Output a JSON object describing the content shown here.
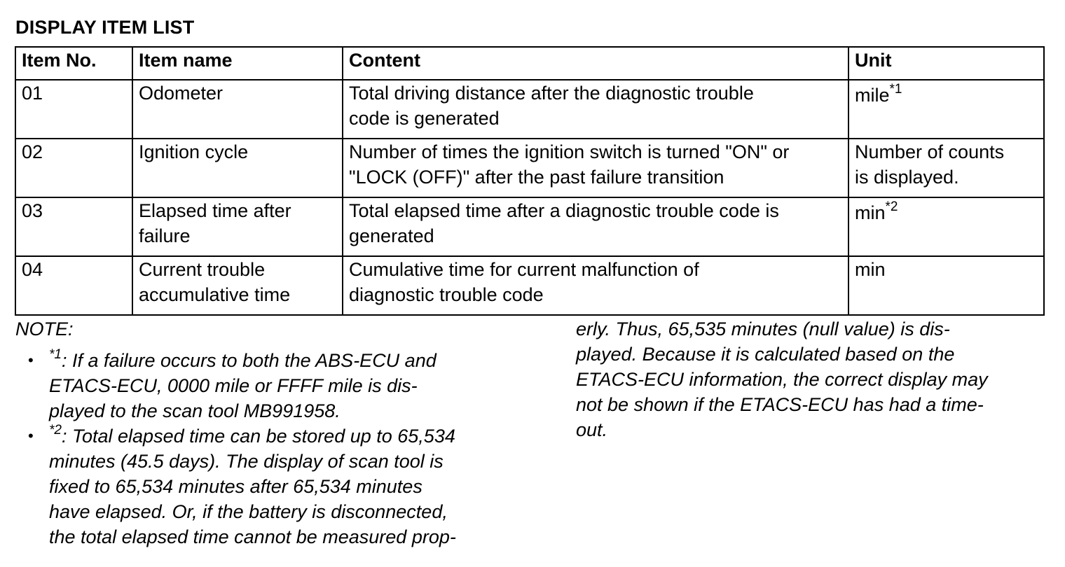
{
  "title": "DISPLAY ITEM LIST",
  "table": {
    "headers": [
      "Item No.",
      "Item name",
      "Content",
      "Unit"
    ],
    "rows": [
      {
        "no": "01",
        "name": [
          "Odometer"
        ],
        "content": [
          "Total driving distance after the diagnostic trouble",
          "code is generated"
        ],
        "unit": "mile",
        "unit_sup": "*1",
        "unit_line2": ""
      },
      {
        "no": "02",
        "name": [
          "Ignition cycle"
        ],
        "content": [
          "Number of times the ignition switch is turned \"ON\" or",
          "\"LOCK (OFF)\" after the past failure transition"
        ],
        "unit": "Number of counts",
        "unit_sup": "",
        "unit_line2": "is displayed."
      },
      {
        "no": "03",
        "name": [
          "Elapsed time after",
          "failure"
        ],
        "content": [
          "Total elapsed time after a diagnostic trouble code is",
          "generated"
        ],
        "unit": "min",
        "unit_sup": "*2",
        "unit_line2": ""
      },
      {
        "no": "04",
        "name": [
          "Current trouble",
          "accumulative time"
        ],
        "content": [
          "Cumulative time for current malfunction of",
          "diagnostic trouble code"
        ],
        "unit": "min",
        "unit_sup": "",
        "unit_line2": ""
      }
    ]
  },
  "note": {
    "heading": "NOTE:",
    "bullet_glyph": "•",
    "bullet1": {
      "sup": "*1",
      "lines": [
        ": If a failure occurs to both the ABS-ECU and",
        "ETACS-ECU, 0000 mile or FFFF mile is dis-",
        "played to the scan tool MB991958."
      ]
    },
    "bullet2": {
      "sup": "*2",
      "lines": [
        ": Total elapsed time can be stored up to 65,534",
        "minutes (45.5 days). The display of scan tool is",
        "fixed to 65,534 minutes after 65,534 minutes",
        "have elapsed. Or, if the battery is disconnected,",
        "the total elapsed time cannot be measured prop-"
      ]
    },
    "continuation": [
      "erly. Thus, 65,535 minutes (null value) is dis-",
      "played. Because it is calculated based on the",
      "ETACS-ECU information, the correct display may",
      "not be shown if the ETACS-ECU has had a time-",
      "out."
    ]
  }
}
